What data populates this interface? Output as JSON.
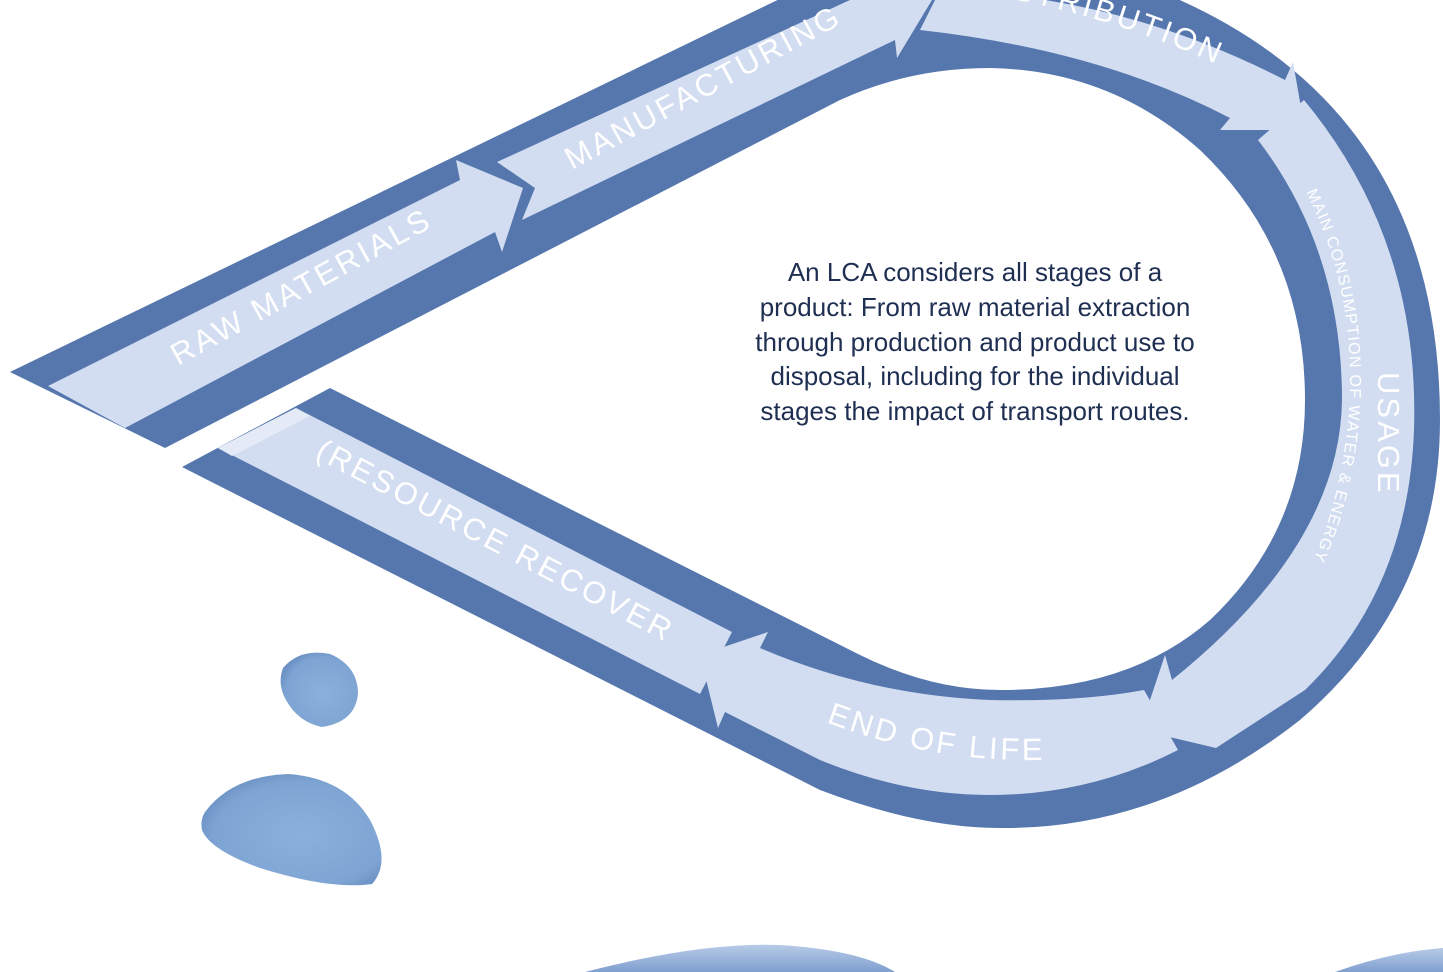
{
  "diagram": {
    "description": "An LCA considers all stages of a product: From raw material extraction through production and product use to disposal, including for the individual stages the impact of transport routes.",
    "stages": {
      "raw_materials": "RAW MATERIALS",
      "manufacturing": "MANUFACTURING",
      "distribution": "DISTRIBUTION",
      "usage": "USAGE",
      "usage_sub": "MAIN CONSUMPTION OF WATER & ENERGY",
      "end_of_life": "END OF LIFE",
      "resource_recovery": "(RESOURCE RECOVERY)"
    },
    "colors": {
      "outer_band": "#5577ae",
      "inner_band": "#d3ddf1",
      "droplet": "#83a8d6",
      "text_dark": "#1f2f52",
      "label_text": "#ffffff"
    }
  }
}
